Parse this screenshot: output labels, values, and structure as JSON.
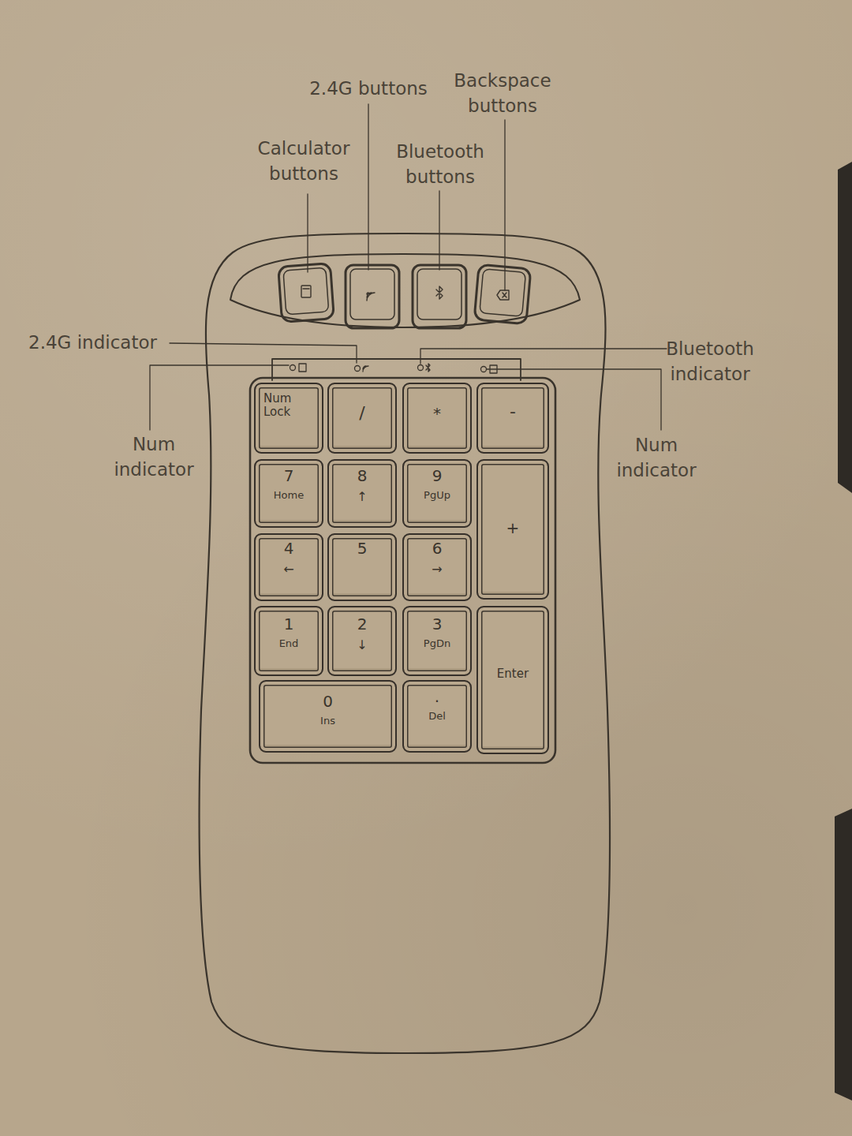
{
  "diagram": {
    "nodes": [
      {
        "text": [
          "Num Lock"
        ]
      },
      {
        "text": [
          "/"
        ]
      },
      {
        "text": [
          "*"
        ]
      },
      {
        "text": [
          "-"
        ]
      },
      {
        "text": [
          "7",
          "Home"
        ]
      },
      {
        "text": [
          "8",
          "↑"
        ]
      },
      {
        "text": [
          "9",
          "PgUp"
        ]
      },
      {
        "text": [
          "+"
        ]
      },
      {
        "text": [
          "4",
          "←"
        ]
      },
      {
        "text": [
          "5"
        ]
      },
      {
        "text": [
          "6",
          "→"
        ]
      },
      {
        "text": [
          "1",
          "End"
        ]
      },
      {
        "text": [
          "2",
          "↓"
        ]
      },
      {
        "text": [
          "3",
          "PgDn"
        ]
      },
      {
        "text": [
          "Enter"
        ]
      },
      {
        "text": [
          "0",
          "Ins"
        ]
      },
      {
        "text": [
          ".",
          "Del"
        ]
      }
    ],
    "labels": [
      "2.4G buttons",
      "Backspace buttons",
      "Calculator buttons",
      "Bluetooth buttons",
      "2.4G indicator",
      "Bluetooth indicator",
      "Num indicator",
      "Num indicator"
    ]
  }
}
